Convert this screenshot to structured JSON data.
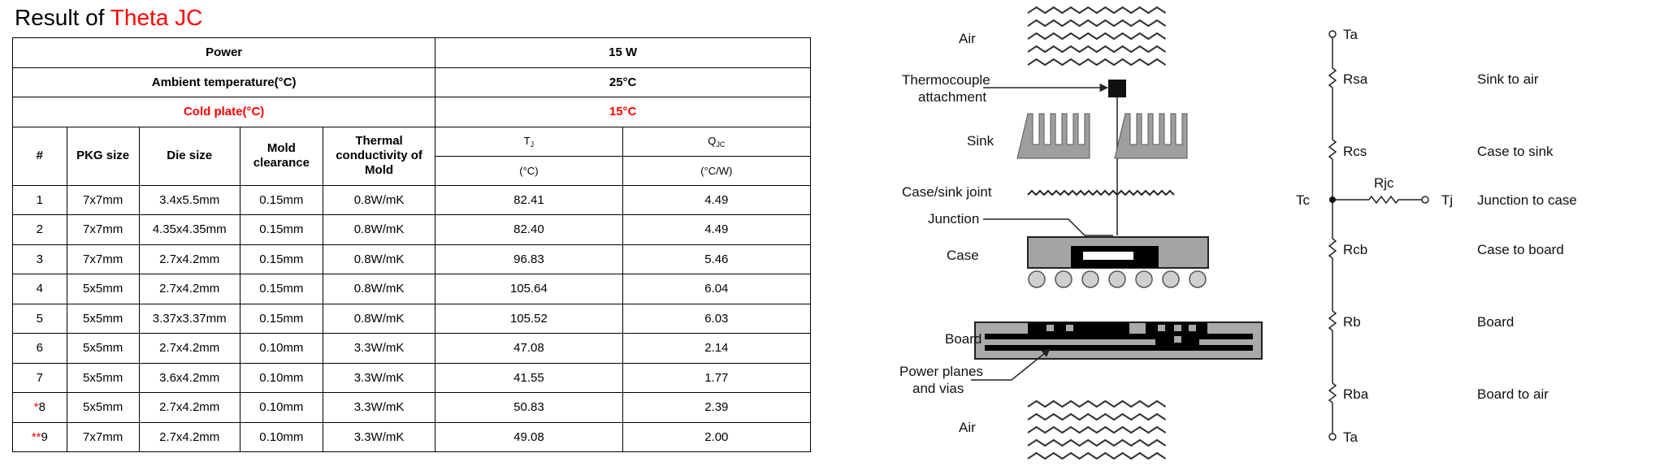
{
  "title": {
    "prefix": "Result of ",
    "highlight": "Theta JC"
  },
  "table": {
    "power": {
      "label": "Power",
      "value": "15 W"
    },
    "ambient": {
      "label": "Ambient temperature(°C)",
      "value": "25°C"
    },
    "cold_plate": {
      "label": "Cold plate(°C)",
      "value": "15°C"
    },
    "headers": {
      "num": "#",
      "pkg": "PKG size",
      "die": "Die size",
      "mold_clearance": [
        "Mold",
        "clearance"
      ],
      "thermal": [
        "Thermal",
        "conductivity of",
        "Mold"
      ],
      "tj": {
        "main": "T",
        "sub": "J",
        "unit": "(°C)"
      },
      "qjc": {
        "main": "Q",
        "sub": "JC",
        "unit": "(°C/W)"
      }
    },
    "rows": [
      {
        "mark": "",
        "num": "1",
        "pkg": "7x7mm",
        "die": "3.4x5.5mm",
        "clearance": "0.15mm",
        "k": "0.8W/mK",
        "tj": "82.41",
        "qjc": "4.49"
      },
      {
        "mark": "",
        "num": "2",
        "pkg": "7x7mm",
        "die": "4.35x4.35mm",
        "clearance": "0.15mm",
        "k": "0.8W/mK",
        "tj": "82.40",
        "qjc": "4.49"
      },
      {
        "mark": "",
        "num": "3",
        "pkg": "7x7mm",
        "die": "2.7x4.2mm",
        "clearance": "0.15mm",
        "k": "0.8W/mK",
        "tj": "96.83",
        "qjc": "5.46"
      },
      {
        "mark": "",
        "num": "4",
        "pkg": "5x5mm",
        "die": "2.7x4.2mm",
        "clearance": "0.15mm",
        "k": "0.8W/mK",
        "tj": "105.64",
        "qjc": "6.04"
      },
      {
        "mark": "",
        "num": "5",
        "pkg": "5x5mm",
        "die": "3.37x3.37mm",
        "clearance": "0.15mm",
        "k": "0.8W/mK",
        "tj": "105.52",
        "qjc": "6.03"
      },
      {
        "mark": "",
        "num": "6",
        "pkg": "5x5mm",
        "die": "2.7x4.2mm",
        "clearance": "0.10mm",
        "k": "3.3W/mK",
        "tj": "47.08",
        "qjc": "2.14"
      },
      {
        "mark": "",
        "num": "7",
        "pkg": "5x5mm",
        "die": "3.6x4.2mm",
        "clearance": "0.10mm",
        "k": "3.3W/mK",
        "tj": "41.55",
        "qjc": "1.77"
      },
      {
        "mark": "*",
        "num": "8",
        "pkg": "5x5mm",
        "die": "2.7x4.2mm",
        "clearance": "0.10mm",
        "k": "3.3W/mK",
        "tj": "50.83",
        "qjc": "2.39"
      },
      {
        "mark": "**",
        "num": "9",
        "pkg": "7x7mm",
        "die": "2.7x4.2mm",
        "clearance": "0.10mm",
        "k": "3.3W/mK",
        "tj": "49.08",
        "qjc": "2.00"
      }
    ]
  },
  "diagram": {
    "air_top": "Air",
    "thermocouple": [
      "Thermocouple",
      "attachment"
    ],
    "sink": "Sink",
    "case_sink_joint": "Case/sink joint",
    "junction": "Junction",
    "case": "Case",
    "board": "Board",
    "power_planes": [
      "Power planes",
      "and vias"
    ],
    "air_bottom": "Air"
  },
  "network": {
    "ta_top": "Ta",
    "rsa": "Rsa",
    "rcs": "Rcs",
    "tc": "Tc",
    "rjc": "Rjc",
    "tj": "Tj",
    "rcb": "Rcb",
    "rb": "Rb",
    "rba": "Rba",
    "ta_bottom": "Ta",
    "desc": {
      "sink_air": "Sink to air",
      "case_sink": "Case to sink",
      "junction_case": "Junction to case",
      "case_board": "Case to board",
      "board": "Board",
      "board_air": "Board to air"
    }
  }
}
